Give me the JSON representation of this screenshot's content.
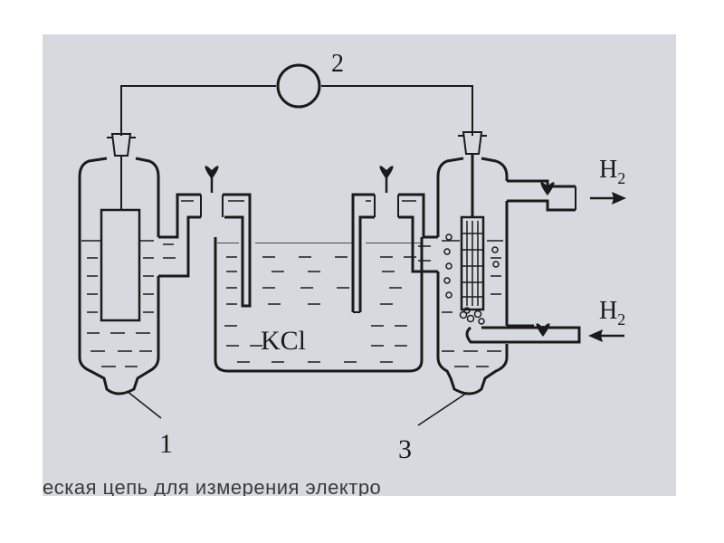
{
  "labels": {
    "meter": "2",
    "electrode_left": "1",
    "electrode_right": "3",
    "salt_bridge": "KCl",
    "gas_out": "H",
    "gas_out_sub": "2",
    "gas_in": "H",
    "gas_in_sub": "2"
  },
  "caption": "еская цепь для измерения электро",
  "colors": {
    "ink": "#1a1a1a",
    "paper": "#d6dade",
    "faded_text": "#b8bcc2"
  }
}
